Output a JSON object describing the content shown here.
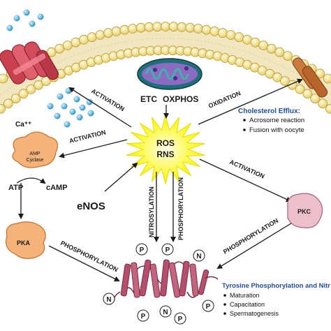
{
  "arrows": {
    "activation_ca": "ACTIVATION",
    "activation_camp": "ACTIVATION",
    "oxidation": "OXIDATION",
    "activation_pkc": "ACTIVATION",
    "nitrosylation": "NITROSYLATION",
    "phosphorylation_center": "PHOSPHORYLATION",
    "phosphorylation_pka": "PHOSPHORYLATION",
    "phosphorylation_pkc": "PHOSPHORYLATION"
  },
  "mito": {
    "etc": "ETC",
    "oxphos": "OXPHOS"
  },
  "center": {
    "ros": "ROS",
    "rns": "RNS"
  },
  "enos": "eNOS",
  "ca": "Ca⁺⁺",
  "ampcyclase": {
    "line1": "AMP",
    "line2": "Cyclase"
  },
  "atp": "ATP",
  "camp": "cAMP",
  "pka": "PKA",
  "pkc": "PKC",
  "cholesterol": {
    "title": "Cholesterol Efflux:",
    "items": [
      "Acrosome reaction",
      "Fusion with oocyte"
    ]
  },
  "tyrosine": {
    "title": "Tyrosine Phosphorylation and Nitr",
    "items": [
      "Maturation",
      "Capacitation",
      "Spermatogenesis"
    ]
  },
  "markers": {
    "p": "P",
    "n": "N"
  },
  "colors": {
    "membrane_head": "#f2e39a",
    "membrane_tail": "#efe3b8",
    "channel": "#d9505f",
    "calcium": "#5ab4e0",
    "enzyme": "#f3b37a",
    "kinase": "#e9bcc7",
    "protein": "#b4506d",
    "star": "#fbf716",
    "title_blue": "#1f4e9e"
  }
}
